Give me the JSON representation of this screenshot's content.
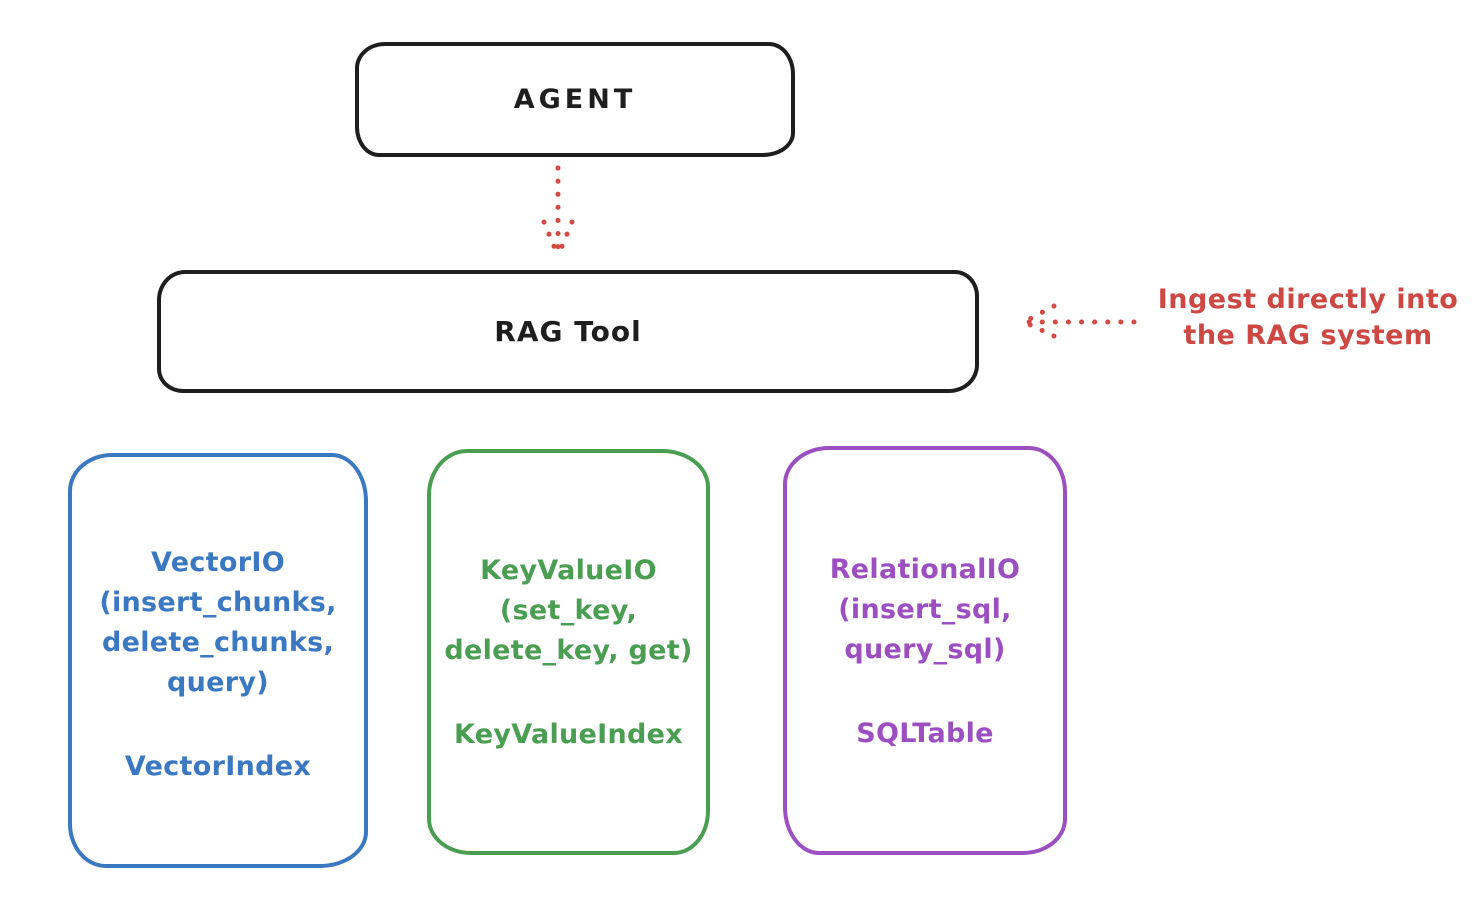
{
  "diagram": {
    "agent": {
      "label": "AGENT"
    },
    "rag_tool": {
      "label": "RAG Tool"
    },
    "annotation": {
      "line1": "Ingest directly into",
      "line2": "the RAG system"
    },
    "modules": [
      {
        "name": "vector-io",
        "lines": [
          "VectorIO",
          "(insert_chunks,",
          "delete_chunks,",
          "query)"
        ],
        "index_label": "VectorIndex",
        "color": "#3b78c2"
      },
      {
        "name": "keyvalue-io",
        "lines": [
          "KeyValueIO",
          "(set_key,",
          "delete_key, get)"
        ],
        "index_label": "KeyValueIndex",
        "color": "#4a9e52"
      },
      {
        "name": "relational-io",
        "lines": [
          "RelationalIO",
          "(insert_sql,",
          "query_sql)"
        ],
        "index_label": "SQLTable",
        "color": "#9c4fc1"
      }
    ],
    "colors": {
      "ink": "#1e1e1e",
      "arrow_red": "#d24a43",
      "annotation_red": "#cd4743",
      "blue": "#3b78c2",
      "green": "#4a9e52",
      "purple": "#9c4fc1"
    }
  }
}
